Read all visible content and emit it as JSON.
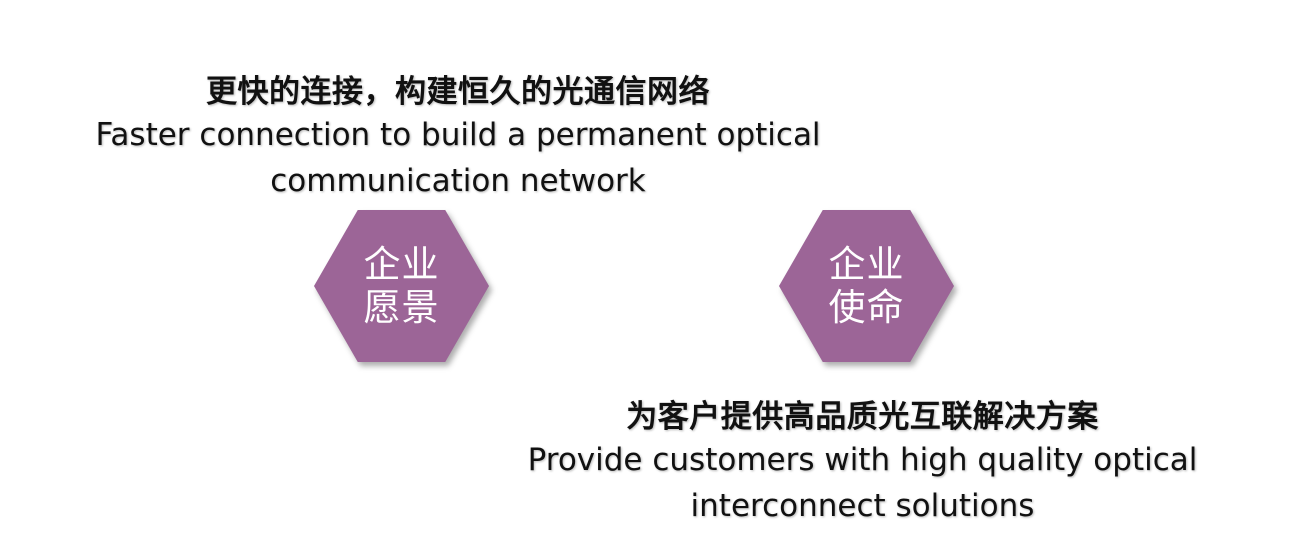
{
  "vision": {
    "title_zh": "更快的连接，构建恒久的光通信网络",
    "line_en_1": "Faster connection to build a permanent optical",
    "line_en_2": "communication network",
    "hex_line_1": "企业",
    "hex_line_2": "愿景"
  },
  "mission": {
    "title_zh": "为客户提供高品质光互联解决方案",
    "line_en_1": "Provide customers with high quality optical",
    "line_en_2": "interconnect solutions",
    "hex_line_1": "企业",
    "hex_line_2": "使命"
  },
  "colors": {
    "hexagon_fill": "#9c6597",
    "text": "#111111",
    "hexagon_text": "#ffffff"
  }
}
